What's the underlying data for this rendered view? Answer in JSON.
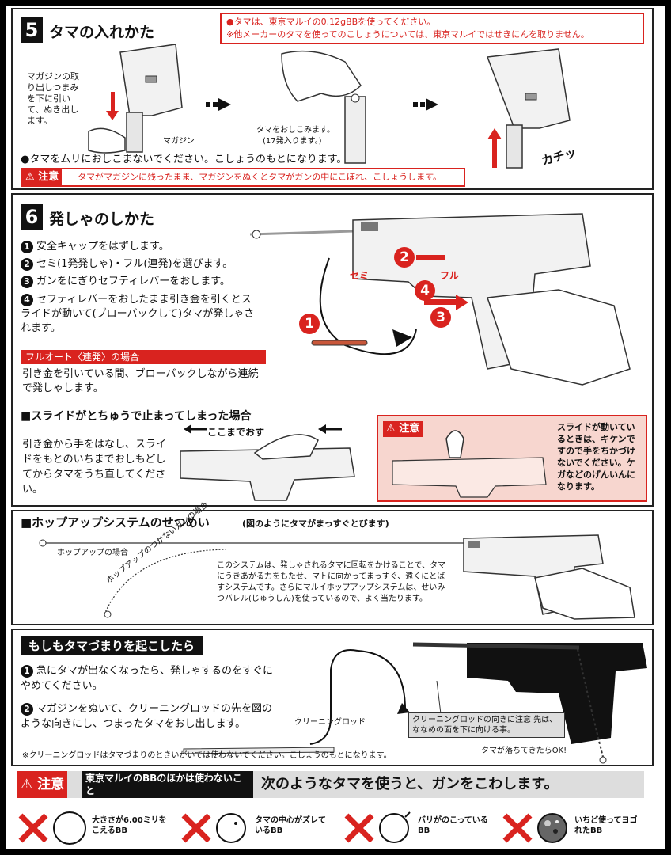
{
  "sec5": {
    "num": "5",
    "title": "タマの入れかた",
    "note1": "●タマは、東京マルイの0.12gBBを使ってください。",
    "note2": "※他メーカーのタマを使ってのこしょうについては、東京マルイではせきにんを取りません。",
    "remove_label": "マガジンの取り出しつまみを下に引いて、ぬき出します。",
    "magazine_label": "マガジン",
    "push_label": "タマをおしこみます。",
    "push_count": "(17発入ります。)",
    "click_sound": "カチッ",
    "bottom_note": "●タマをムリにおしこまないでください。こしょうのもとになります。",
    "caution_tag": "注意",
    "caution_text": "タマがマガジンに残ったまま、マガジンをぬくとタマがガンの中にこぼれ、こしょうします。"
  },
  "sec6": {
    "num": "6",
    "title": "発しゃのしかた",
    "steps": [
      {
        "n": "1",
        "text": "安全キャップをはずします。"
      },
      {
        "n": "2",
        "text": "セミ(1発発しゃ)・フル(連発)を選びます。"
      },
      {
        "n": "3",
        "text": "ガンをにぎりセフティレバーをおします。"
      },
      {
        "n": "4",
        "text": "セフティレバーをおしたまま引き金を引くとスライドが動いて(ブローバックして)タマが発しゃされます。"
      }
    ],
    "semi_label": "セミ",
    "full_label": "フル",
    "fullauto_bar": "フルオート〈連発〉の場合",
    "fullauto_text": "引き金を引いている間、ブローバックしながら連続で発しゃします。",
    "stuck_title": "■スライドがとちゅうで止まってしまった場合",
    "stuck_text": "引き金から手をはなし、スライドをもとのいちまでおしもどしてからタマをうち直してください。",
    "push_here": "ここまでおす",
    "warn_tag": "注意",
    "warn_text": "スライドが動いているときは、キケンですので手をちかづけないでください。ケガなどのげんいんになります。"
  },
  "hop": {
    "title": "■ホップアップシステムのせつめい",
    "subtitle": "(図のようにタマがまっすぐとびます)",
    "with_label": "ホップアップの場合",
    "without_label": "ホップアップのつかないガンの場合",
    "desc": "このシステムは、発しゃされるタマに回転をかけることで、タマにうきあがる力をもたせ、マトに向かってまっすぐ、遠くにとばすシステムです。さらにマルイホップアップシステムは、せいみつバレル(じゅうしん)を使っているので、よく当たります。"
  },
  "jam": {
    "title": "もしもタマづまりを起こしたら",
    "step1": "急にタマが出なくなったら、発しゃするのをすぐにやめてください。",
    "step2": "マガジンをぬいて、クリーニングロッドの先を図のような向きにし、つまったタマをおし出します。",
    "rod_label": "クリーニングロッド",
    "rod_note": "クリーニングロッドの向きに注意 先は、ななめの面を下に向ける事。",
    "ok_label": "タマが落ちてきたらOK!",
    "footnote": "※クリーニングロッドはタマづまりのときいがいでは使わないでください。こしょうのもとになります。"
  },
  "bottom": {
    "caution_tag": "注意",
    "bb_note": "東京マルイのBBのほかは使わないこと",
    "headline": "次のようなタマを使うと、ガンをこわします。",
    "bad_bbs": [
      "大きさが6.00ミリをこえるBB",
      "タマの中心がズレているBB",
      "バリがのこっているBB",
      "いちど使ってヨゴれたBB"
    ]
  }
}
